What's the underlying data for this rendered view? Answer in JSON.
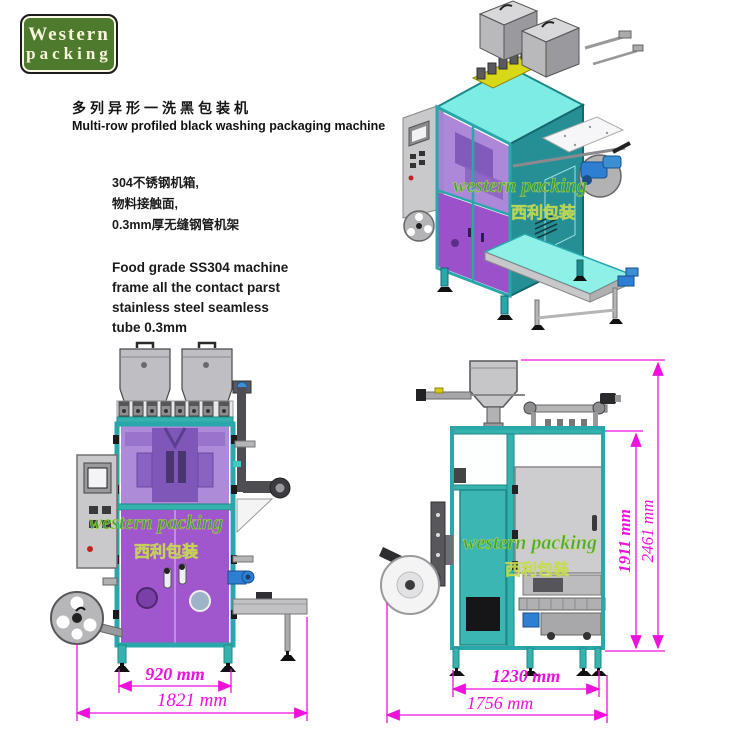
{
  "logo": {
    "line1": "Western",
    "line2": "packing"
  },
  "header": {
    "title_zh": "多列异形一洗黑包装机",
    "title_en": "Multi-row profiled black washing packaging machine"
  },
  "specs": {
    "zh_lines": [
      "304不锈钢机箱,",
      "物料接触面,",
      "0.3mm厚无缝钢管机架"
    ],
    "en_lines": [
      "Food grade SS304 machine",
      "frame all the contact parst",
      "stainless steel seamless",
      "tube 0.3mm"
    ]
  },
  "watermark": {
    "line1": "western packing",
    "line2": "西利包装"
  },
  "views": {
    "front": {
      "dim_width_inner": "920 mm",
      "dim_width_outer": "1821 mm"
    },
    "side": {
      "dim_width_inner": "1230 mm",
      "dim_width_outer": "1756 mm",
      "dim_height_inner": "1911 mm",
      "dim_height_outer": "2461 mm"
    }
  },
  "colors": {
    "logo_green": "#4d7a2c",
    "dimension_magenta": "#ee10dd",
    "frame_teal": "#2aa7ab",
    "panel_purple": "#9e55cc",
    "panel_cyan": "#7deee6",
    "hopper_gray": "#c2c2c5",
    "watermark_green": "#3da43c"
  }
}
